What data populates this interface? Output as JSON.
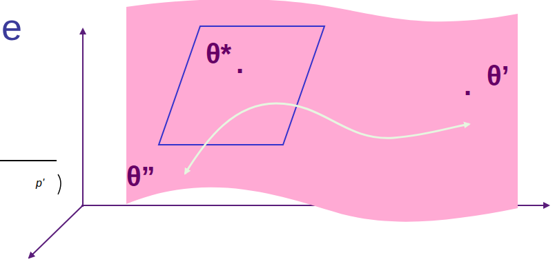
{
  "diagram": {
    "labels": [
      "e",
      "p'",
      "θ*",
      ".",
      "θ’",
      ".",
      "θ”"
    ]
  }
}
